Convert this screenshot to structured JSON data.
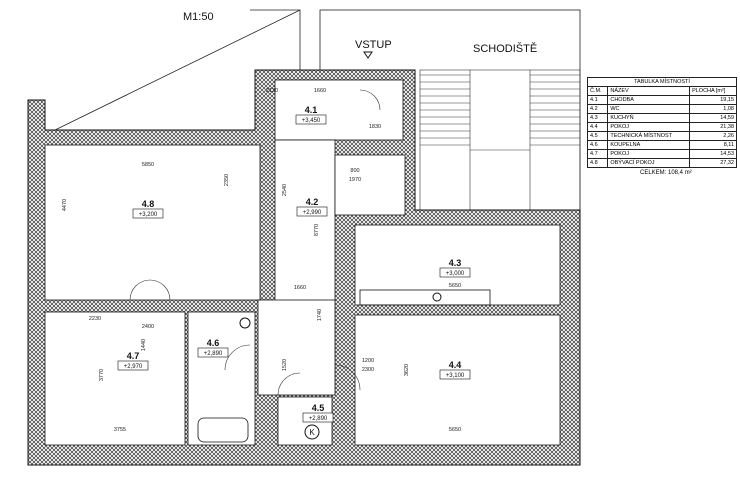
{
  "drawing": {
    "scale": "M1:50",
    "entrance": "VSTUP",
    "staircase": "SCHODIŠTĚ",
    "meter_symbol": "K"
  },
  "rooms": [
    {
      "id": "4.1",
      "level": "+3,450"
    },
    {
      "id": "4.2",
      "level": "+2,990"
    },
    {
      "id": "4.3",
      "level": "+3,000"
    },
    {
      "id": "4.4",
      "level": "+3,100"
    },
    {
      "id": "4.5",
      "level": "+2,890"
    },
    {
      "id": "4.6",
      "level": "+2,890"
    },
    {
      "id": "4.7",
      "level": "+2,970"
    },
    {
      "id": "4.8",
      "level": "+3,200"
    }
  ],
  "dimensions": [
    "2130",
    "1660",
    "1830",
    "5850",
    "2350",
    "4470",
    "2230",
    "2400",
    "3770",
    "3755",
    "5650",
    "5650",
    "3620",
    "1440",
    "2540",
    "8770",
    "1740",
    "1520",
    "1660",
    "1200",
    "2300",
    "800",
    "1970"
  ],
  "table": {
    "title": "TABULKA MÍSTNOSTÍ",
    "headers": [
      "Č.M.",
      "NÁZEV",
      "PLOCHA [m²]"
    ],
    "rows": [
      [
        "4.1",
        "CHODBA",
        "19,15"
      ],
      [
        "4.2",
        "WC",
        "1,08"
      ],
      [
        "4.3",
        "KUCHYŇ",
        "14,59"
      ],
      [
        "4.4",
        "POKOJ",
        "21,38"
      ],
      [
        "4.5",
        "TECHNICKÁ MÍSTNOST",
        "2,26"
      ],
      [
        "4.6",
        "KOUPELNA",
        "8,11"
      ],
      [
        "4.7",
        "POKOJ",
        "14,53"
      ],
      [
        "4.8",
        "OBÝVACÍ POKOJ",
        "27,32"
      ]
    ],
    "total": "CELKEM: 108,4 m²"
  }
}
